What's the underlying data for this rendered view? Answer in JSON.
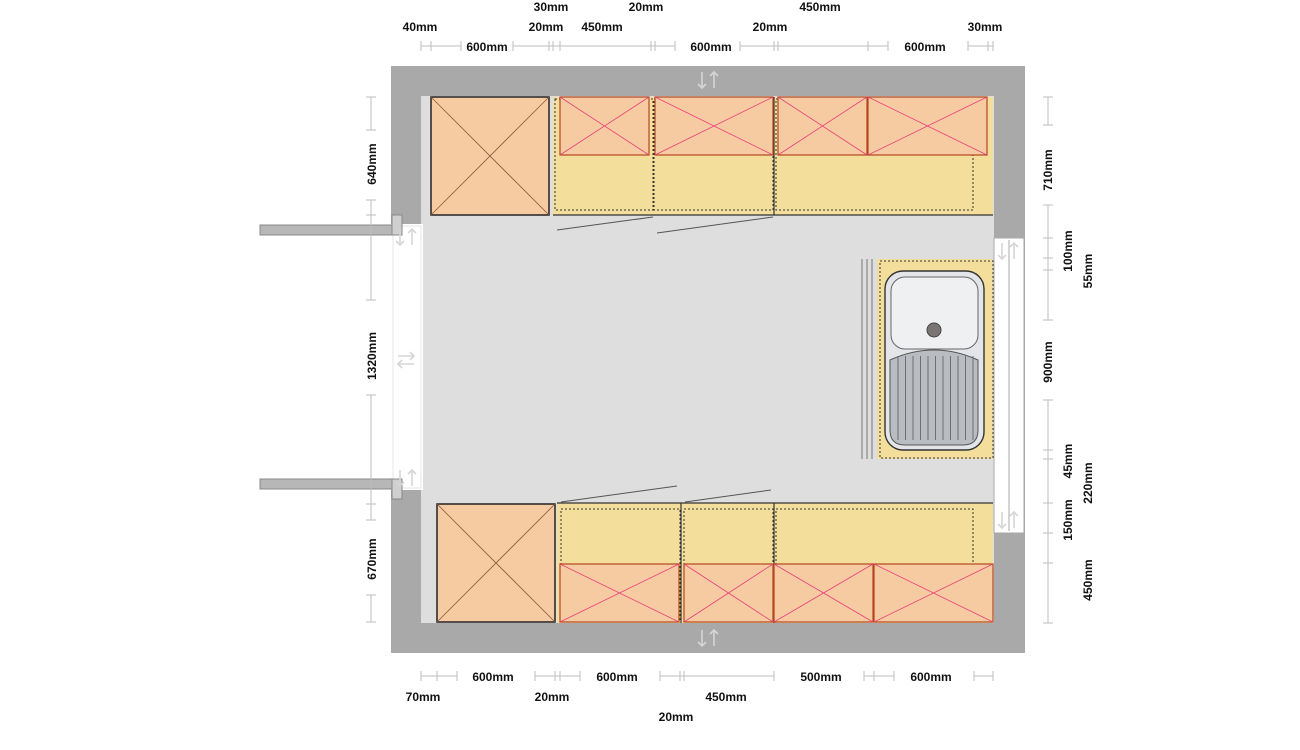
{
  "colors": {
    "wall": "#a9a9a9",
    "floor": "#dedede",
    "base_cabinet": "#f3df9b",
    "wall_cabinet": "#f7cba1",
    "cabinet_cross": "#e8407a",
    "appliance_stroke": "#222222",
    "dimension_line": "#bdbdbd",
    "sink_steel": "#c9ccd0",
    "door": "#b7b7b7"
  },
  "top_dimensions": {
    "row1": [
      "30mm",
      "20mm",
      "450mm"
    ],
    "row2": [
      "40mm",
      "20mm",
      "450mm",
      "20mm",
      "30mm"
    ],
    "row3": [
      "600mm",
      "600mm",
      "600mm"
    ]
  },
  "bottom_dimensions": {
    "row1": [
      "600mm",
      "600mm",
      "500mm",
      "600mm"
    ],
    "row2": [
      "70mm",
      "20mm",
      "450mm"
    ],
    "row3": [
      "20mm"
    ]
  },
  "left_dimensions": [
    "640mm",
    "1320mm",
    "670mm"
  ],
  "right_dimensions": {
    "inner": [
      "710mm",
      "100mm",
      "900mm",
      "45mm",
      "150mm"
    ],
    "outer": [
      "55mm",
      "220mm",
      "450mm"
    ]
  },
  "icons": {
    "door_swing": "swap-arrows-icon",
    "appliance": "cross-box-icon",
    "sink": "sink-icon"
  }
}
